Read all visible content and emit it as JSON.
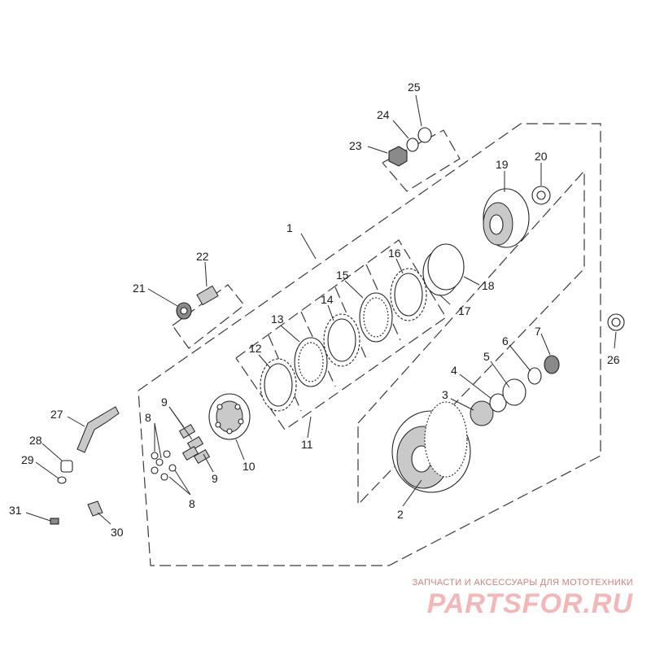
{
  "diagram": {
    "part_labels": [
      "1",
      "2",
      "3",
      "4",
      "5",
      "6",
      "7",
      "8",
      "8",
      "9",
      "9",
      "10",
      "11",
      "12",
      "13",
      "14",
      "15",
      "16",
      "17",
      "18",
      "19",
      "20",
      "21",
      "22",
      "23",
      "24",
      "25",
      "26",
      "27",
      "28",
      "29",
      "30",
      "31"
    ]
  },
  "watermark": {
    "caption": "ЗАПЧАСТИ И АКСЕССУАРЫ ДЛЯ МОТОТЕХНИКИ",
    "logo": "PARTSFOR.RU"
  },
  "colors": {
    "line": "#2a2a2a",
    "watermark_caption": "#d08080",
    "watermark_logo": "#f3b7b7"
  }
}
